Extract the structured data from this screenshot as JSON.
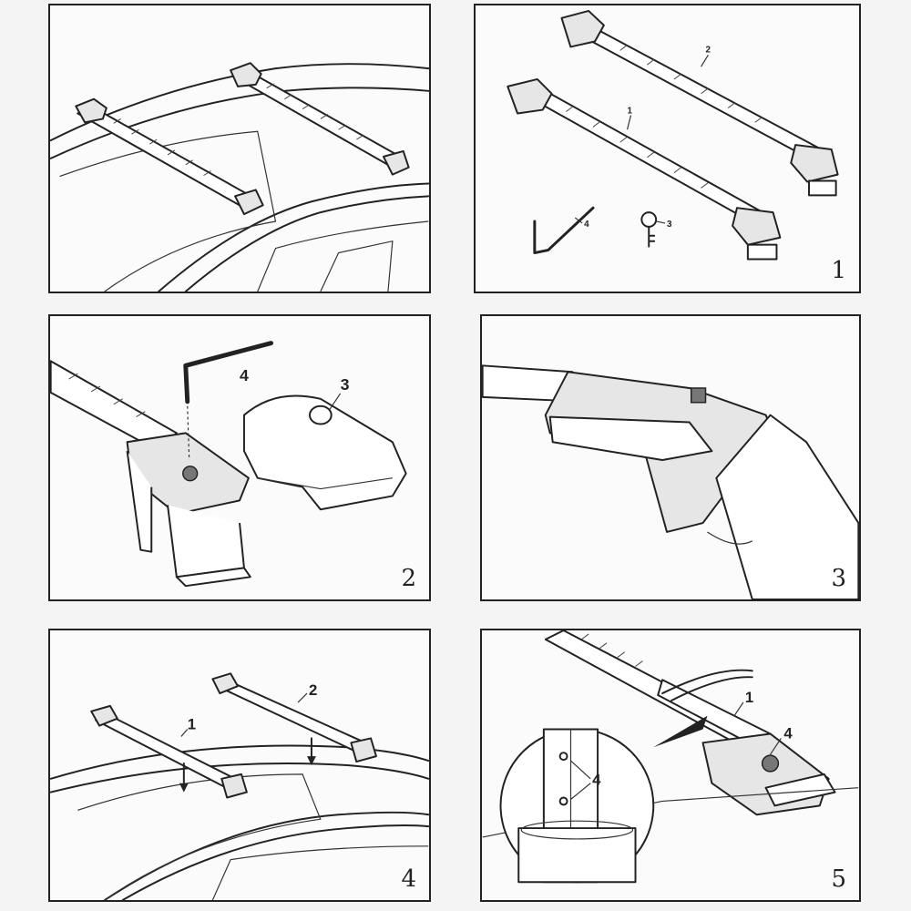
{
  "panels": {
    "overview": {
      "step": ""
    },
    "p1": {
      "step": "1",
      "labels": [
        "1",
        "2",
        "3",
        "4"
      ]
    },
    "p2": {
      "step": "2",
      "labels": [
        "3",
        "4"
      ]
    },
    "p3": {
      "step": "3"
    },
    "p4": {
      "step": "4",
      "labels": [
        "1",
        "2"
      ]
    },
    "p5": {
      "step": "5",
      "labels": [
        "1",
        "4",
        "4"
      ]
    }
  }
}
